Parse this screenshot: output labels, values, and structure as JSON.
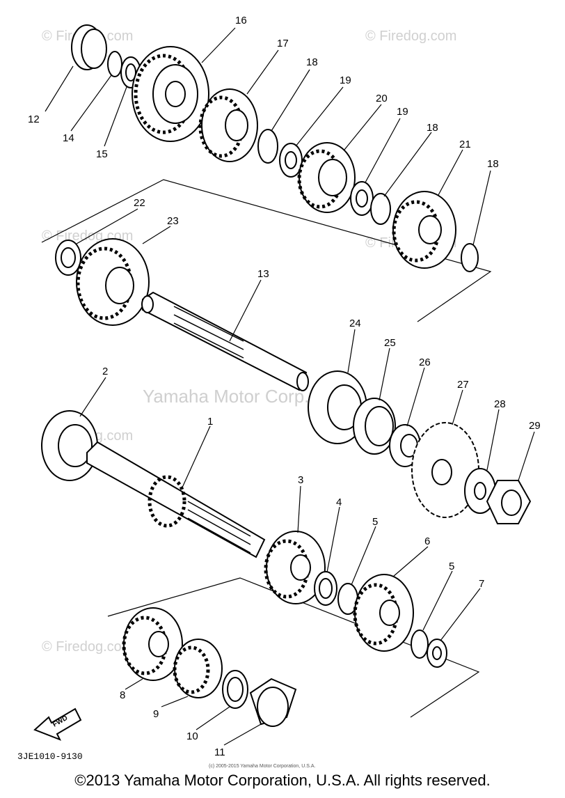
{
  "diagram": {
    "callouts": {
      "c1": "1",
      "c2": "2",
      "c3": "3",
      "c4": "4",
      "c5a": "5",
      "c5b": "5",
      "c6": "6",
      "c7": "7",
      "c8": "8",
      "c9": "9",
      "c10": "10",
      "c11": "11",
      "c12": "12",
      "c13": "13",
      "c14": "14",
      "c15": "15",
      "c16": "16",
      "c17": "17",
      "c18a": "18",
      "c18b": "18",
      "c18c": "18",
      "c19a": "19",
      "c19b": "19",
      "c20": "20",
      "c21": "21",
      "c22": "22",
      "c23": "23",
      "c24": "24",
      "c25": "25",
      "c26": "26",
      "c27": "27",
      "c28": "28",
      "c29": "29"
    },
    "watermarks": {
      "w1": "© Firedog.com",
      "w2": "© Firedog.com",
      "w3": "© Firedog.com",
      "w4": "Firedog.com",
      "w5": "© Firedog.com",
      "w6": "© Firedog.com",
      "w7": "Yamaha Motor Corp. U.S.A."
    },
    "fwd_label": "FWD",
    "part_code": "3JE1010-9130",
    "tiny_notice": "(c) 2005-2015 Yamaha Motor Corporation, U.S.A."
  },
  "footer": {
    "copyright": "©2013 Yamaha Motor Corporation, U.S.A. All rights reserved."
  }
}
